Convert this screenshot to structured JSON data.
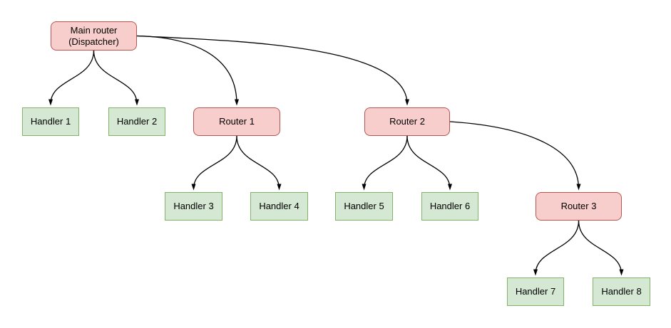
{
  "diagram": {
    "colors": {
      "router_fill": "#f8cecc",
      "router_border": "#b85450",
      "handler_fill": "#d5e8d4",
      "handler_border": "#82b366",
      "edge_color": "#000000",
      "text_color": "#000000"
    },
    "nodes": [
      {
        "id": "main-router",
        "type": "router",
        "label": "Main router",
        "label2": "(Dispatcher)"
      },
      {
        "id": "handler-1",
        "type": "handler",
        "label": "Handler 1"
      },
      {
        "id": "handler-2",
        "type": "handler",
        "label": "Handler 2"
      },
      {
        "id": "router-1",
        "type": "router",
        "label": "Router 1"
      },
      {
        "id": "router-2",
        "type": "router",
        "label": "Router 2"
      },
      {
        "id": "handler-3",
        "type": "handler",
        "label": "Handler 3"
      },
      {
        "id": "handler-4",
        "type": "handler",
        "label": "Handler 4"
      },
      {
        "id": "handler-5",
        "type": "handler",
        "label": "Handler 5"
      },
      {
        "id": "handler-6",
        "type": "handler",
        "label": "Handler 6"
      },
      {
        "id": "router-3",
        "type": "router",
        "label": "Router 3"
      },
      {
        "id": "handler-7",
        "type": "handler",
        "label": "Handler 7"
      },
      {
        "id": "handler-8",
        "type": "handler",
        "label": "Handler 8"
      }
    ],
    "edges": [
      {
        "from": "main-router",
        "to": "handler-1"
      },
      {
        "from": "main-router",
        "to": "handler-2"
      },
      {
        "from": "main-router",
        "to": "router-1"
      },
      {
        "from": "main-router",
        "to": "router-2"
      },
      {
        "from": "router-1",
        "to": "handler-3"
      },
      {
        "from": "router-1",
        "to": "handler-4"
      },
      {
        "from": "router-2",
        "to": "handler-5"
      },
      {
        "from": "router-2",
        "to": "handler-6"
      },
      {
        "from": "router-2",
        "to": "router-3"
      },
      {
        "from": "router-3",
        "to": "handler-7"
      },
      {
        "from": "router-3",
        "to": "handler-8"
      }
    ]
  }
}
